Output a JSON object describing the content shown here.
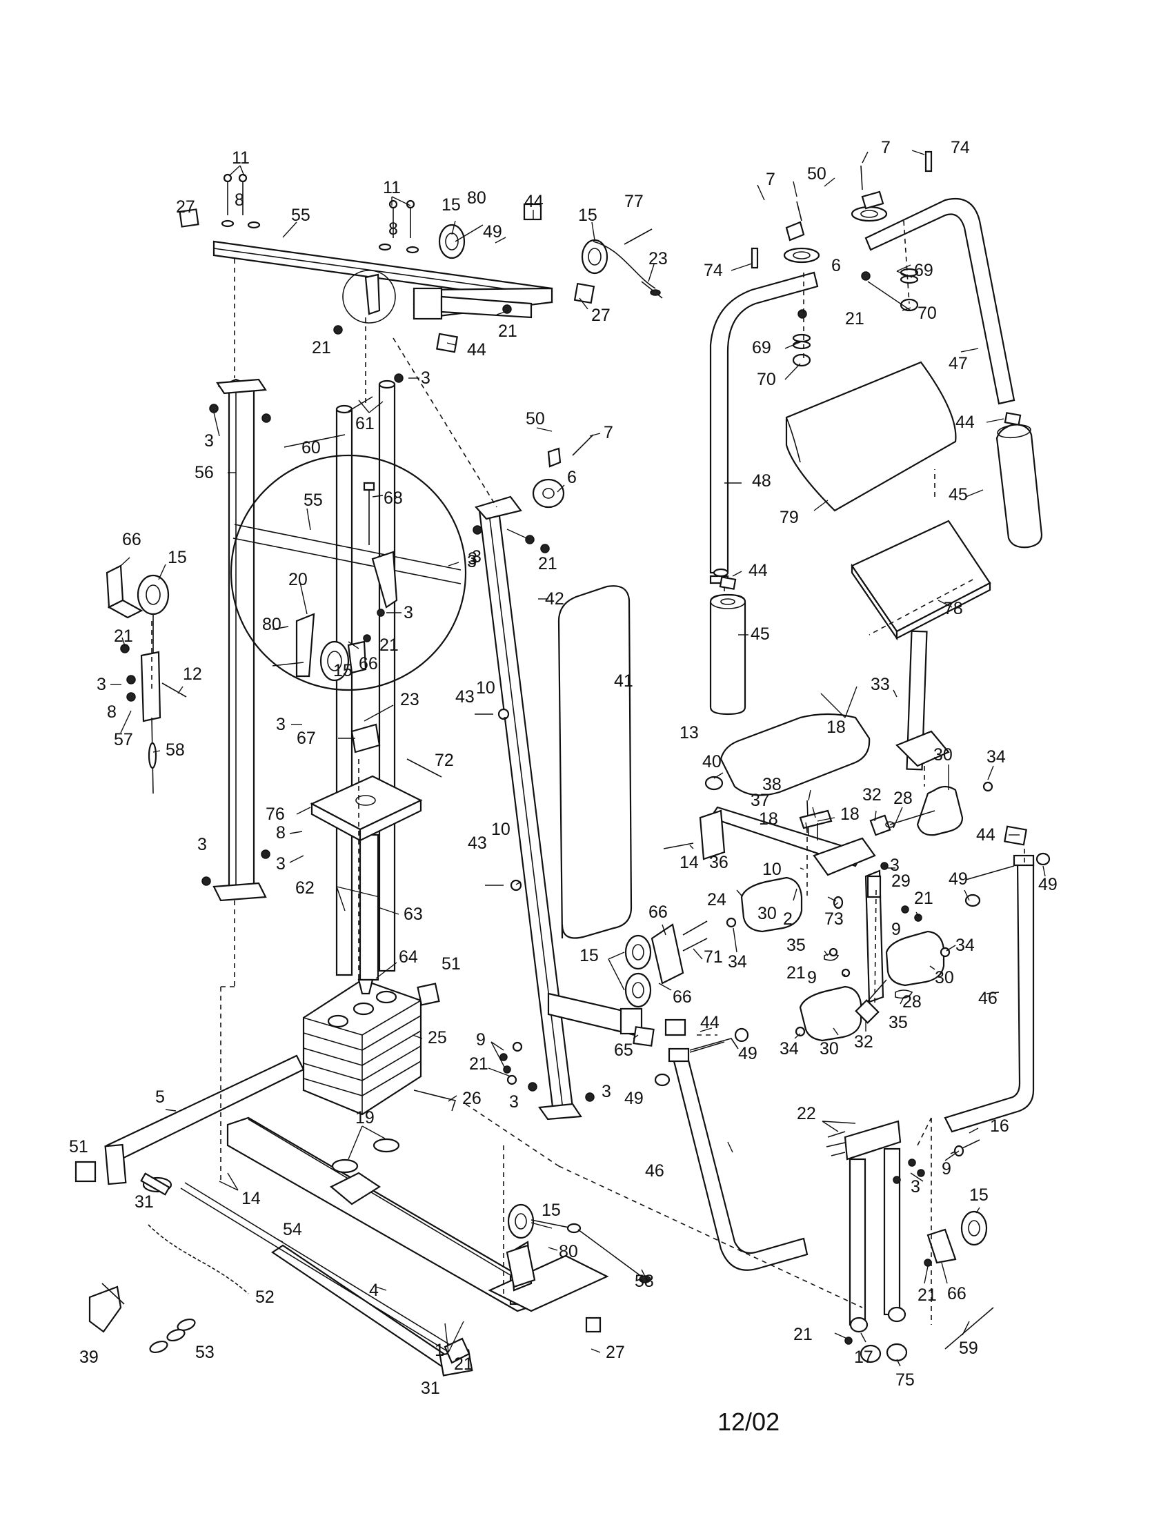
{
  "footer": {
    "date_code": "12/02"
  },
  "callouts": [
    {
      "id": "c11a",
      "text": "11"
    },
    {
      "id": "c27a",
      "text": "27"
    },
    {
      "id": "c8a",
      "text": "8"
    },
    {
      "id": "c55a",
      "text": "55"
    },
    {
      "id": "c11b",
      "text": "11"
    },
    {
      "id": "c8b",
      "text": "8"
    },
    {
      "id": "c15a",
      "text": "15"
    },
    {
      "id": "c80a",
      "text": "80"
    },
    {
      "id": "c49a",
      "text": "49"
    },
    {
      "id": "c44a",
      "text": "44"
    },
    {
      "id": "c15b",
      "text": "15"
    },
    {
      "id": "c77",
      "text": "77"
    },
    {
      "id": "c23a",
      "text": "23"
    },
    {
      "id": "c27b",
      "text": "27"
    },
    {
      "id": "c21a",
      "text": "21"
    },
    {
      "id": "c21b",
      "text": "21"
    },
    {
      "id": "c44b",
      "text": "44"
    },
    {
      "id": "c3a",
      "text": "3"
    },
    {
      "id": "c3b",
      "text": "3"
    },
    {
      "id": "c61",
      "text": "61"
    },
    {
      "id": "c60",
      "text": "60"
    },
    {
      "id": "c56",
      "text": "56"
    },
    {
      "id": "c55b",
      "text": "55"
    },
    {
      "id": "c68",
      "text": "68"
    },
    {
      "id": "c3c",
      "text": "3"
    },
    {
      "id": "c20",
      "text": "20"
    },
    {
      "id": "c3d",
      "text": "3"
    },
    {
      "id": "c80b",
      "text": "80"
    },
    {
      "id": "c21c",
      "text": "21"
    },
    {
      "id": "c15c",
      "text": "15"
    },
    {
      "id": "c66a",
      "text": "66"
    },
    {
      "id": "c66b",
      "text": "66"
    },
    {
      "id": "c15d",
      "text": "15"
    },
    {
      "id": "c21d",
      "text": "21"
    },
    {
      "id": "c12",
      "text": "12"
    },
    {
      "id": "c3e",
      "text": "3"
    },
    {
      "id": "c8c",
      "text": "8"
    },
    {
      "id": "c57",
      "text": "57"
    },
    {
      "id": "c58a",
      "text": "58"
    },
    {
      "id": "c3f",
      "text": "3"
    },
    {
      "id": "c23b",
      "text": "23"
    },
    {
      "id": "c67",
      "text": "67"
    },
    {
      "id": "c72",
      "text": "72"
    },
    {
      "id": "c76",
      "text": "76"
    },
    {
      "id": "c8d",
      "text": "8"
    },
    {
      "id": "c3g",
      "text": "3"
    },
    {
      "id": "c3h",
      "text": "3"
    },
    {
      "id": "c62",
      "text": "62"
    },
    {
      "id": "c63",
      "text": "63"
    },
    {
      "id": "c64",
      "text": "64"
    },
    {
      "id": "c51a",
      "text": "51"
    },
    {
      "id": "c25",
      "text": "25"
    },
    {
      "id": "c26",
      "text": "26"
    },
    {
      "id": "c5",
      "text": "5"
    },
    {
      "id": "c19",
      "text": "19"
    },
    {
      "id": "c51b",
      "text": "51"
    },
    {
      "id": "c31a",
      "text": "31"
    },
    {
      "id": "c14a",
      "text": "14"
    },
    {
      "id": "c54",
      "text": "54"
    },
    {
      "id": "c4",
      "text": "4"
    },
    {
      "id": "c52",
      "text": "52"
    },
    {
      "id": "c39",
      "text": "39"
    },
    {
      "id": "c53",
      "text": "53"
    },
    {
      "id": "c1",
      "text": "1"
    },
    {
      "id": "c21e",
      "text": "21"
    },
    {
      "id": "c31b",
      "text": "31"
    },
    {
      "id": "c15e",
      "text": "15"
    },
    {
      "id": "c80c",
      "text": "80"
    },
    {
      "id": "c58b",
      "text": "58"
    },
    {
      "id": "c27c",
      "text": "27"
    },
    {
      "id": "c50a",
      "text": "50"
    },
    {
      "id": "c7a",
      "text": "7"
    },
    {
      "id": "c6a",
      "text": "6"
    },
    {
      "id": "c3i",
      "text": "3"
    },
    {
      "id": "c21f",
      "text": "21"
    },
    {
      "id": "c3j",
      "text": "3"
    },
    {
      "id": "c42",
      "text": "42"
    },
    {
      "id": "c43a",
      "text": "43"
    },
    {
      "id": "c10a",
      "text": "10"
    },
    {
      "id": "c41",
      "text": "41"
    },
    {
      "id": "c43b",
      "text": "43"
    },
    {
      "id": "c10b",
      "text": "10"
    },
    {
      "id": "c15f",
      "text": "15"
    },
    {
      "id": "c66c",
      "text": "66"
    },
    {
      "id": "c71",
      "text": "71"
    },
    {
      "id": "c66d",
      "text": "66"
    },
    {
      "id": "c9a",
      "text": "9"
    },
    {
      "id": "c21g",
      "text": "21"
    },
    {
      "id": "c3k",
      "text": "3"
    },
    {
      "id": "c3l",
      "text": "3"
    },
    {
      "id": "c65",
      "text": "65"
    },
    {
      "id": "c44c",
      "text": "44"
    },
    {
      "id": "c49b",
      "text": "49"
    },
    {
      "id": "c49c",
      "text": "49"
    },
    {
      "id": "c46a",
      "text": "46"
    },
    {
      "id": "c7b",
      "text": "7"
    },
    {
      "id": "c74a",
      "text": "74"
    },
    {
      "id": "c7c",
      "text": "7"
    },
    {
      "id": "c50b",
      "text": "50"
    },
    {
      "id": "c74b",
      "text": "74"
    },
    {
      "id": "c6b",
      "text": "6"
    },
    {
      "id": "c69a",
      "text": "69"
    },
    {
      "id": "c21h",
      "text": "21"
    },
    {
      "id": "c70a",
      "text": "70"
    },
    {
      "id": "c69b",
      "text": "69"
    },
    {
      "id": "c70b",
      "text": "70"
    },
    {
      "id": "c47",
      "text": "47"
    },
    {
      "id": "c44d",
      "text": "44"
    },
    {
      "id": "c48",
      "text": "48"
    },
    {
      "id": "c79",
      "text": "79"
    },
    {
      "id": "c45a",
      "text": "45"
    },
    {
      "id": "c44e",
      "text": "44"
    },
    {
      "id": "c45b",
      "text": "45"
    },
    {
      "id": "c78",
      "text": "78"
    },
    {
      "id": "c33",
      "text": "33"
    },
    {
      "id": "c18a",
      "text": "18"
    },
    {
      "id": "c13",
      "text": "13"
    },
    {
      "id": "c40",
      "text": "40"
    },
    {
      "id": "c38",
      "text": "38"
    },
    {
      "id": "c30a",
      "text": "30"
    },
    {
      "id": "c34a",
      "text": "34"
    },
    {
      "id": "c37",
      "text": "37"
    },
    {
      "id": "c32a",
      "text": "32"
    },
    {
      "id": "c28a",
      "text": "28"
    },
    {
      "id": "c18b",
      "text": "18"
    },
    {
      "id": "c18c",
      "text": "18"
    },
    {
      "id": "c14b",
      "text": "14"
    },
    {
      "id": "c36",
      "text": "36"
    },
    {
      "id": "c44f",
      "text": "44"
    },
    {
      "id": "c10c",
      "text": "10"
    },
    {
      "id": "c3m",
      "text": "3"
    },
    {
      "id": "c29",
      "text": "29"
    },
    {
      "id": "c49d",
      "text": "49"
    },
    {
      "id": "c49e",
      "text": "49"
    },
    {
      "id": "c24",
      "text": "24"
    },
    {
      "id": "c2",
      "text": "2"
    },
    {
      "id": "c73",
      "text": "73"
    },
    {
      "id": "c21i",
      "text": "21"
    },
    {
      "id": "c9b",
      "text": "9"
    },
    {
      "id": "c30b",
      "text": "30"
    },
    {
      "id": "c34b",
      "text": "34"
    },
    {
      "id": "c35a",
      "text": "35"
    },
    {
      "id": "c34c",
      "text": "34"
    },
    {
      "id": "c21j",
      "text": "21"
    },
    {
      "id": "c9c",
      "text": "9"
    },
    {
      "id": "c30c",
      "text": "30"
    },
    {
      "id": "c46b",
      "text": "46"
    },
    {
      "id": "c28b",
      "text": "28"
    },
    {
      "id": "c35b",
      "text": "35"
    },
    {
      "id": "c34d",
      "text": "34"
    },
    {
      "id": "c30d",
      "text": "30"
    },
    {
      "id": "c32b",
      "text": "32"
    },
    {
      "id": "c22",
      "text": "22"
    },
    {
      "id": "c16",
      "text": "16"
    },
    {
      "id": "c3n",
      "text": "3"
    },
    {
      "id": "c9d",
      "text": "9"
    },
    {
      "id": "c15g",
      "text": "15"
    },
    {
      "id": "c21k",
      "text": "21"
    },
    {
      "id": "c66e",
      "text": "66"
    },
    {
      "id": "c21l",
      "text": "21"
    },
    {
      "id": "c17",
      "text": "17"
    },
    {
      "id": "c75",
      "text": "75"
    },
    {
      "id": "c59",
      "text": "59"
    }
  ]
}
